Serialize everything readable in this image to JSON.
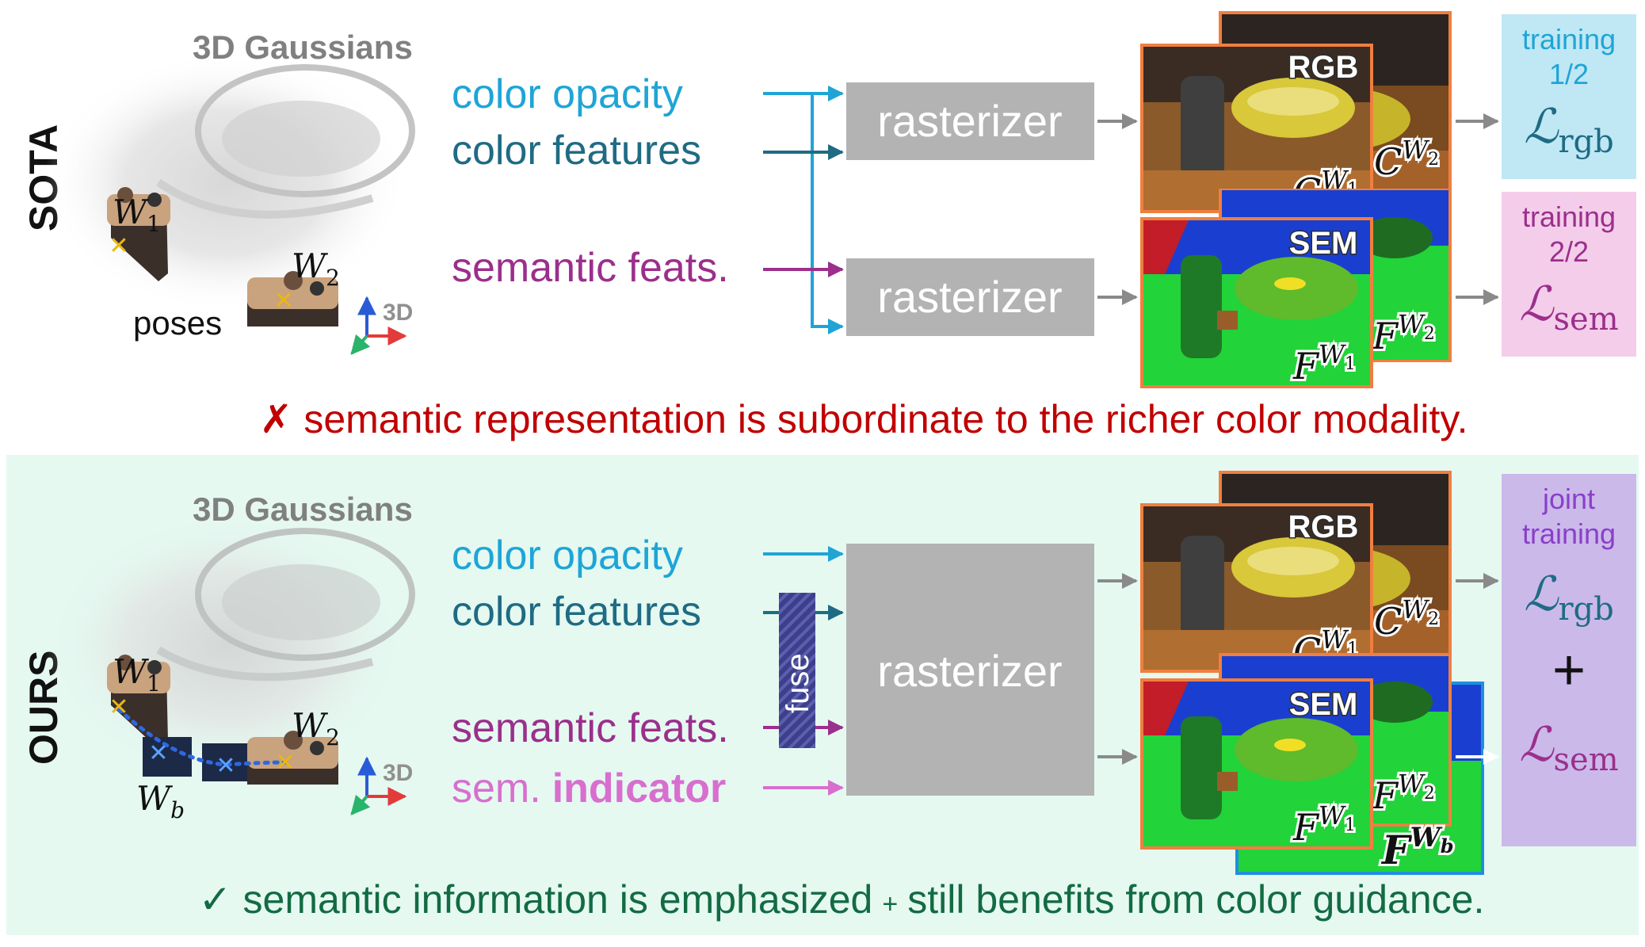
{
  "colors": {
    "opacity": "#1ea5d6",
    "features": "#1f6b84",
    "semantic": "#9b2f8c",
    "indicator": "#d86fcf",
    "rasterizer": "#b3b3b3",
    "bad": "#c00000",
    "good": "#136b43",
    "ours_bg": "#e5f9f1",
    "loss_rgb_bg": "#bfe7f4",
    "loss_sem_bg": "#f4cdea",
    "joint_bg": "#cbb9ea",
    "frame_orange": "#f07f3f",
    "frame_blue": "#1e8fe0"
  },
  "sota": {
    "row_label": "SOTA",
    "gaussians_title": "3D Gaussians",
    "pose_w1_base": "W",
    "pose_w1_sub": "1",
    "pose_w2_base": "W",
    "pose_w2_sub": "2",
    "poses_label": "poses",
    "axis_3d": "3D",
    "inputs": {
      "opacity": "color opacity",
      "features": "color features",
      "semantic": "semantic feats."
    },
    "rasterizer_top": "rasterizer",
    "rasterizer_bottom": "rasterizer",
    "rgb_tag": "RGB",
    "sem_tag": "SEM",
    "c_base": "C",
    "f_base": "F",
    "w_base": "W",
    "sub1": "1",
    "sub2": "2",
    "loss1": {
      "line1": "training",
      "line2": "1/2",
      "symbol": "ℒ",
      "sub": "rgb"
    },
    "loss2": {
      "line1": "training",
      "line2": "2/2",
      "symbol": "ℒ",
      "sub": "sem"
    },
    "verdict_mark": "✗",
    "verdict": "semantic representation is subordinate to the richer color modality."
  },
  "ours": {
    "row_label": "OURS",
    "gaussians_title": "3D Gaussians",
    "pose_w1_base": "W",
    "pose_w1_sub": "1",
    "pose_w2_base": "W",
    "pose_w2_sub": "2",
    "pose_wb_base": "W",
    "pose_wb_sub": "b",
    "axis_3d": "3D",
    "inputs": {
      "opacity": "color opacity",
      "features": "color features",
      "semantic": "semantic feats.",
      "indicator_prefix": "sem.",
      "indicator_word": "indicator"
    },
    "fuse_label": "fuse",
    "rasterizer": "rasterizer",
    "rgb_tag": "RGB",
    "sem_tag": "SEM",
    "c_base": "C",
    "f_base": "F",
    "w_base": "W",
    "sub1": "1",
    "sub2": "2",
    "subb": "b",
    "joint": {
      "line1": "joint",
      "line2": "training",
      "symbol1": "ℒ",
      "sub1": "rgb",
      "plus": "+",
      "symbol2": "ℒ",
      "sub2": "sem"
    },
    "verdict_mark": "✓",
    "verdict_main": "semantic information is emphasized",
    "verdict_plus": "+",
    "verdict_tail": "still benefits from color guidance."
  }
}
